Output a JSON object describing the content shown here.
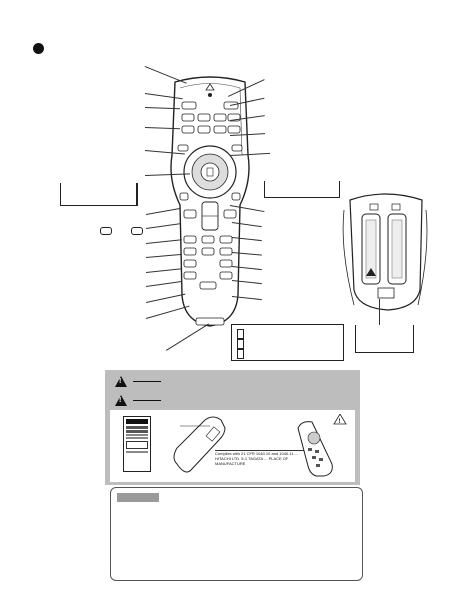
{
  "page": {
    "bullet": "filled-circle",
    "small_button_labels": [
      "",
      ""
    ]
  },
  "remote": {
    "name": "remote-control-front-view",
    "buttons": 32
  },
  "battery": {
    "name": "battery-compartment-view"
  },
  "legend": {
    "rows": [
      "",
      "",
      ""
    ]
  },
  "warnings": {
    "rows": [
      {
        "icon": "warning-triangle-icon",
        "text": ""
      },
      {
        "icon": "warning-triangle-icon",
        "text": ""
      }
    ]
  },
  "label_sticker": {
    "text": "Complies with 21 CFR 1040.10 and 1040.11 ... HITACHI LTD. 5-1 TAGATA ... PLACE OF MANUFACTURE"
  },
  "note": {
    "label": "",
    "text": ""
  },
  "colors": {
    "panel_gray": "#bdbdbd",
    "ink": "#111111"
  }
}
